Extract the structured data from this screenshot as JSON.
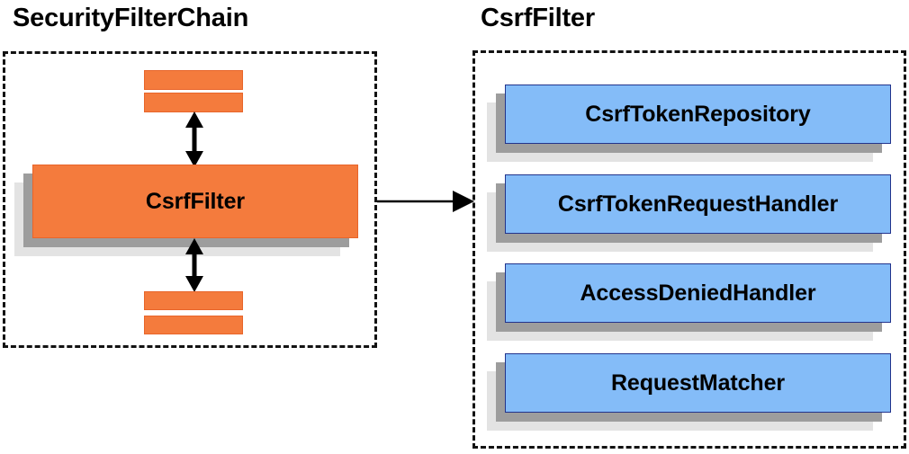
{
  "diagram": {
    "title_left": "SecurityFilterChain",
    "title_right": "CsrfFilter",
    "colors": {
      "orange_fill": "#F47B3D",
      "orange_border": "#E8652A",
      "blue_fill": "#84BCF8",
      "blue_border": "#22348C",
      "shadow_near": "#9D9D9D",
      "shadow_far": "#E3E3E3",
      "outline_dashed": "#121212",
      "arrow": "#000000",
      "background": "#FFFFFF"
    }
  },
  "left_panel": {
    "title": "SecurityFilterChain",
    "top_bars": [
      {
        "name": "filter-bar-top-1",
        "label": ""
      },
      {
        "name": "filter-bar-top-2",
        "label": ""
      }
    ],
    "main_box": {
      "label": "CsrfFilter",
      "shape": "stacked-box",
      "fill": "#F47B3D"
    },
    "bottom_bars": [
      {
        "name": "filter-bar-bottom-1",
        "label": ""
      },
      {
        "name": "filter-bar-bottom-2",
        "label": ""
      }
    ],
    "arrows": [
      {
        "name": "arrow-up-down-above-csrffilter",
        "direction": "bidirectional-vertical"
      },
      {
        "name": "arrow-up-down-below-csrffilter",
        "direction": "bidirectional-vertical"
      }
    ]
  },
  "connector": {
    "name": "arrow-securityfilterchain-to-csrffilter",
    "direction": "left-to-right",
    "label": ""
  },
  "right_panel": {
    "title": "CsrfFilter",
    "collaborators": [
      {
        "label": "CsrfTokenRepository"
      },
      {
        "label": "CsrfTokenRequestHandler"
      },
      {
        "label": "AccessDeniedHandler"
      },
      {
        "label": "RequestMatcher"
      }
    ]
  }
}
